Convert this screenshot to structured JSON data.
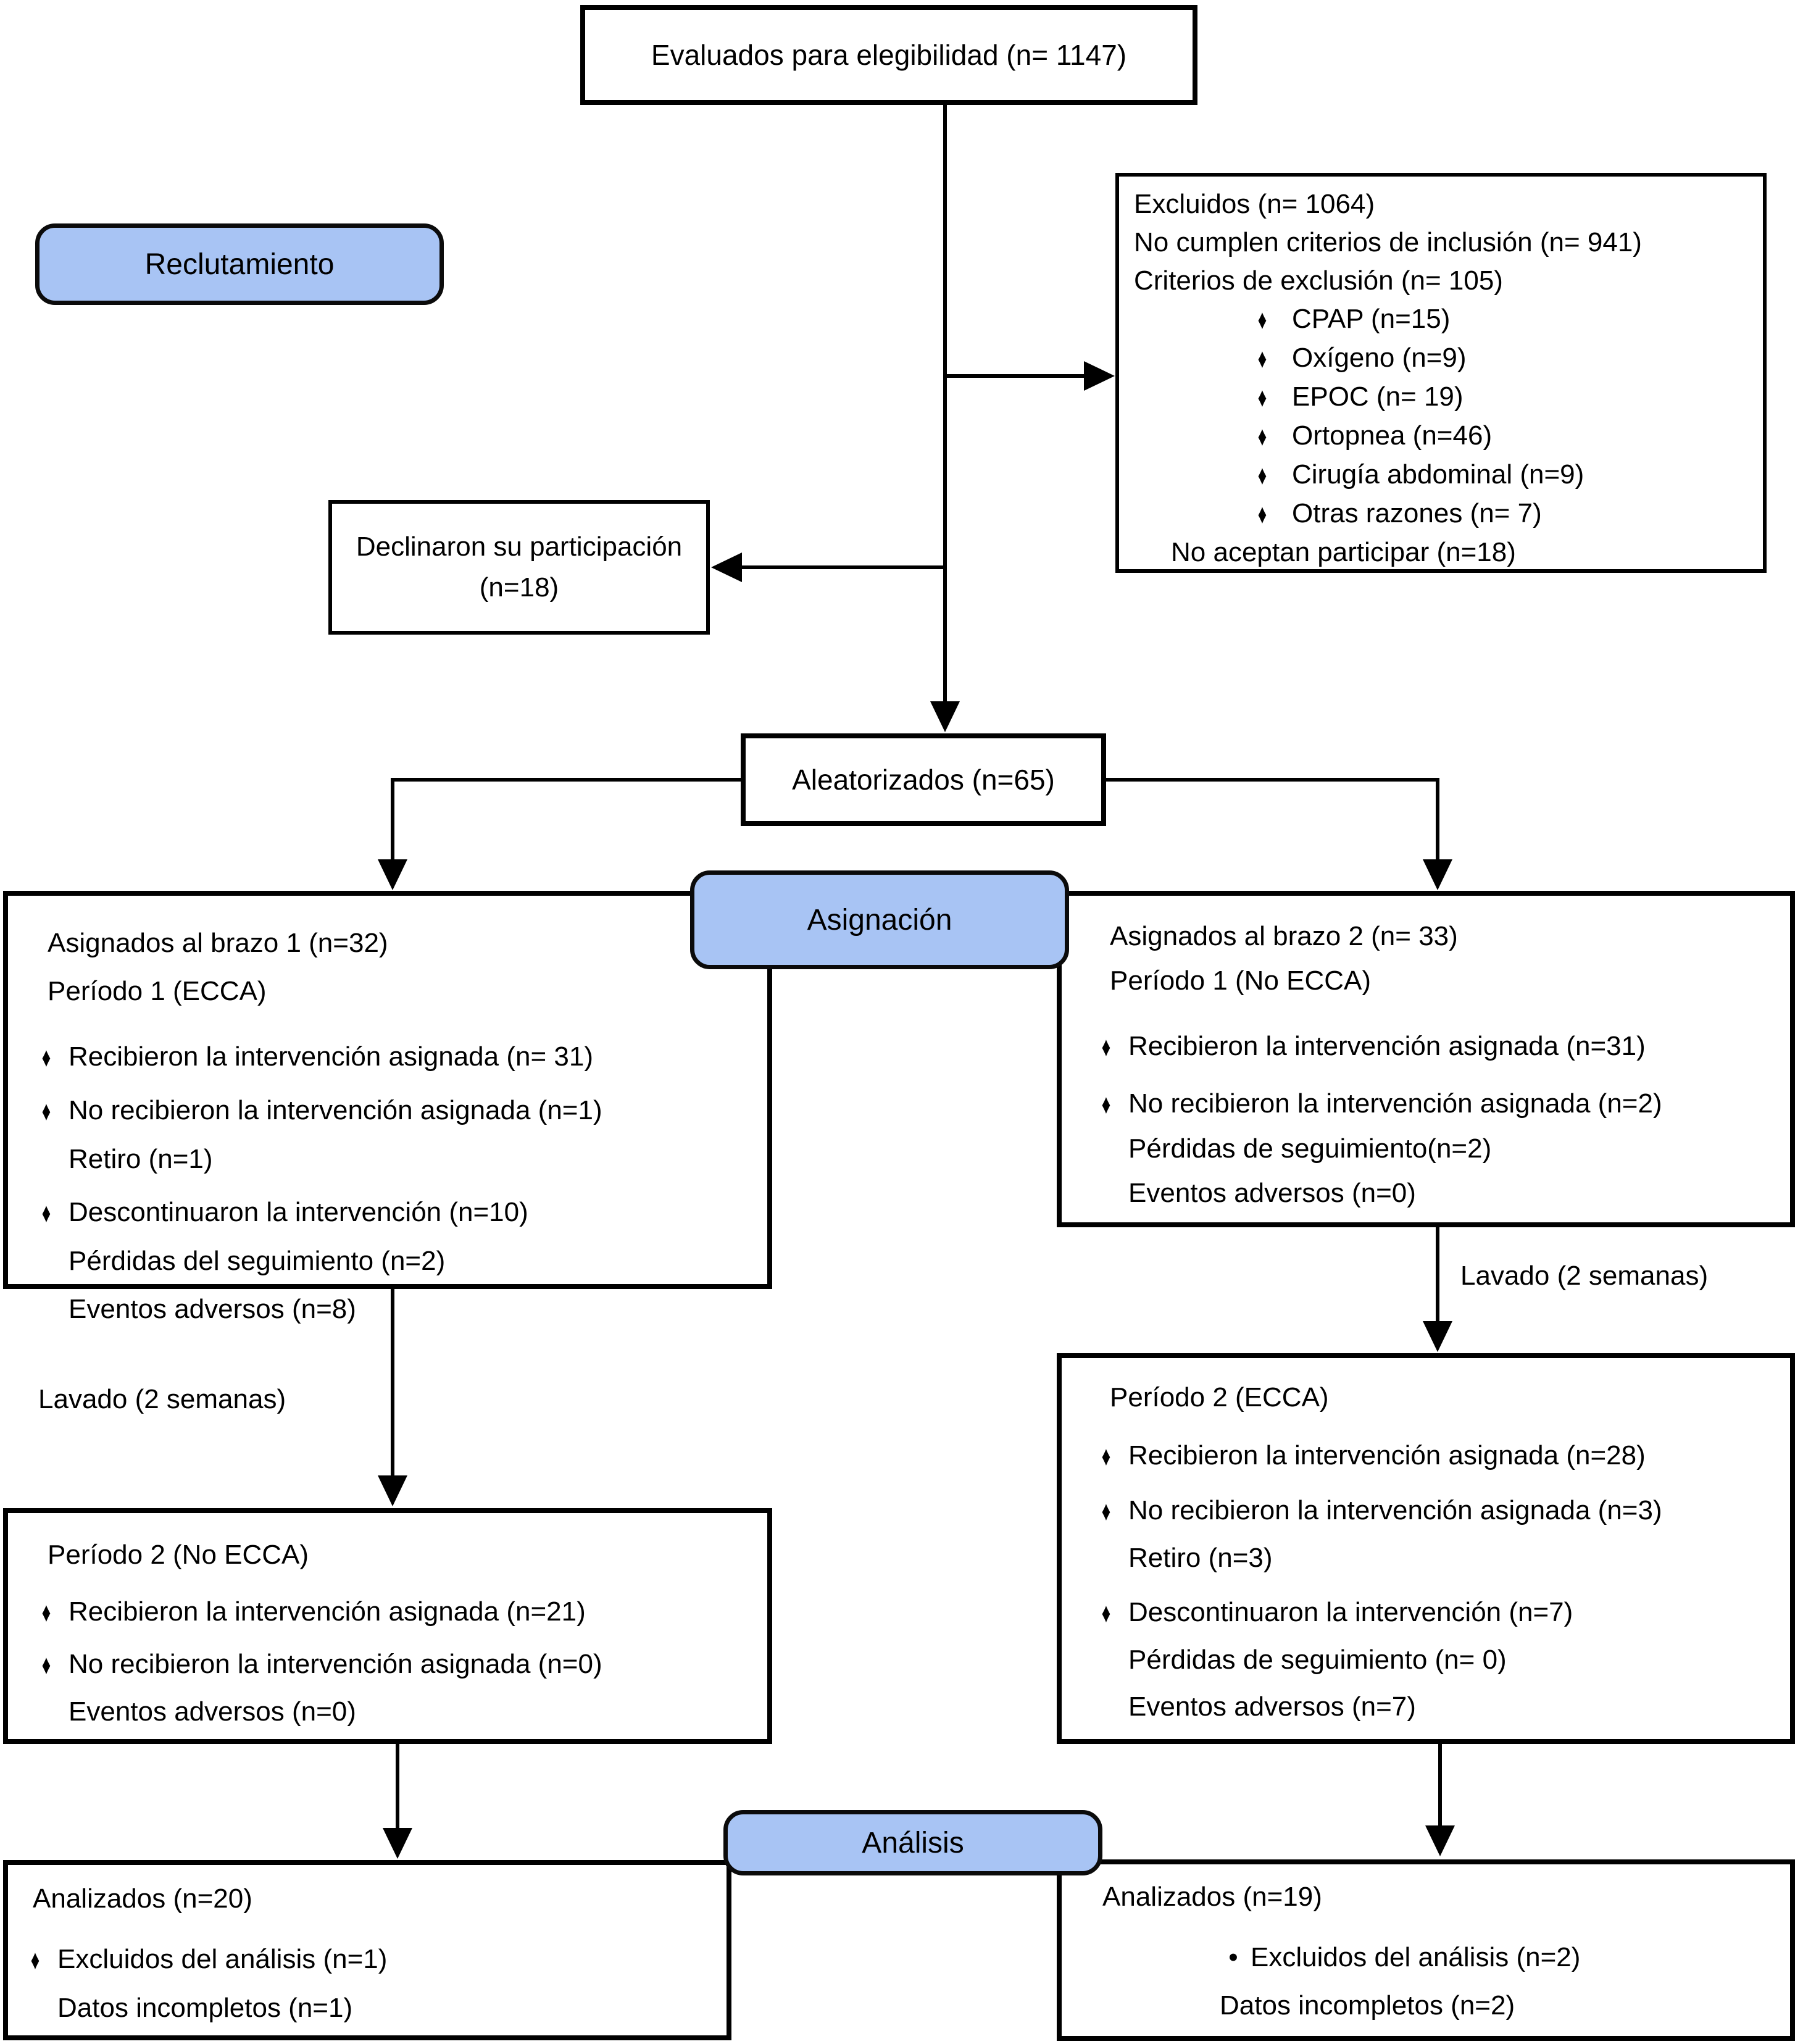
{
  "flowchart": {
    "colors": {
      "stage_fill": "#a8c4f4",
      "stage_border": "#0b0b0b",
      "line": "#000000",
      "box_background": "#ffffff"
    },
    "stages": {
      "recruitment": "Reclutamiento",
      "allocation": "Asignación",
      "analysis": "Análisis"
    },
    "eligibility": {
      "text": "Evaluados para elegibilidad (n= 1147)"
    },
    "excluded": {
      "title": "Excluidos (n= 1064)",
      "criteria_inclusion": "No cumplen criterios de inclusión (n= 941)",
      "criteria_exclusion": "Criterios de exclusión (n= 105)",
      "bullets": [
        {
          "marker": "♦",
          "text": "CPAP (n=15)"
        },
        {
          "marker": "♦",
          "text": "Oxígeno (n=9)"
        },
        {
          "marker": "♦",
          "text": "EPOC (n= 19)"
        },
        {
          "marker": "♦",
          "text": "Ortopnea (n=46)"
        },
        {
          "marker": "♦",
          "text": "Cirugía abdominal (n=9)"
        },
        {
          "marker": "♦",
          "text": "Otras razones (n= 7)"
        }
      ],
      "footer": "No aceptan participar (n=18)"
    },
    "declined": {
      "line1": "Declinaron su participación",
      "line2": "(n=18)"
    },
    "randomized": {
      "text": "Aleatorizados (n=65)"
    },
    "arm1_period1": {
      "title": "Asignados al brazo 1 (n=32)",
      "subtitle": "Período 1 (ECCA)",
      "bullets": [
        {
          "marker": "♦",
          "lines": [
            "Recibieron la intervención asignada (n= 31)"
          ]
        },
        {
          "marker": "♦",
          "lines": [
            "No recibieron la intervención asignada (n=1)",
            "Retiro (n=1)"
          ]
        },
        {
          "marker": "♦",
          "lines": [
            "Descontinuaron la intervención (n=10)",
            "Pérdidas del seguimiento (n=2)",
            "Eventos adversos (n=8)"
          ]
        }
      ]
    },
    "arm2_period1": {
      "title": "Asignados al brazo 2 (n= 33)",
      "subtitle": "Período 1 (No ECCA)",
      "bullets": [
        {
          "marker": "♦",
          "lines": [
            "Recibieron la intervención asignada (n=31)"
          ]
        },
        {
          "marker": "♦",
          "lines": [
            "No recibieron la intervención asignada (n=2)",
            "Pérdidas de seguimiento(n=2)",
            "Eventos adversos (n=0)"
          ]
        }
      ]
    },
    "washout_left": {
      "text": "Lavado (2 semanas)"
    },
    "washout_right": {
      "text": "Lavado (2 semanas)"
    },
    "arm1_period2": {
      "title": "Período 2 (No ECCA)",
      "bullets": [
        {
          "marker": "♦",
          "lines": [
            "Recibieron la intervención asignada (n=21)"
          ]
        },
        {
          "marker": "♦",
          "lines": [
            "No recibieron la intervención asignada (n=0)",
            "Eventos adversos (n=0)"
          ]
        }
      ]
    },
    "arm2_period2": {
      "title": "Período 2 (ECCA)",
      "bullets": [
        {
          "marker": "♦",
          "lines": [
            "Recibieron la intervención asignada (n=28)"
          ]
        },
        {
          "marker": "♦",
          "lines": [
            "No recibieron la intervención asignada (n=3)",
            "Retiro (n=3)"
          ]
        },
        {
          "marker": "♦",
          "lines": [
            "Descontinuaron la intervención (n=7)",
            "Pérdidas de seguimiento (n= 0)",
            "Eventos adversos (n=7)"
          ]
        }
      ]
    },
    "analysis_left": {
      "title": "Analizados (n=20)",
      "bullets": [
        {
          "marker": "♦",
          "lines": [
            "Excluidos del análisis (n=1)",
            "Datos incompletos (n=1)"
          ]
        }
      ]
    },
    "analysis_right": {
      "title": "Analizados (n=19)",
      "bullets": [
        {
          "marker": "•",
          "lines": [
            "Excluidos del análisis (n=2)",
            "Datos incompletos (n=2)"
          ]
        }
      ]
    }
  }
}
